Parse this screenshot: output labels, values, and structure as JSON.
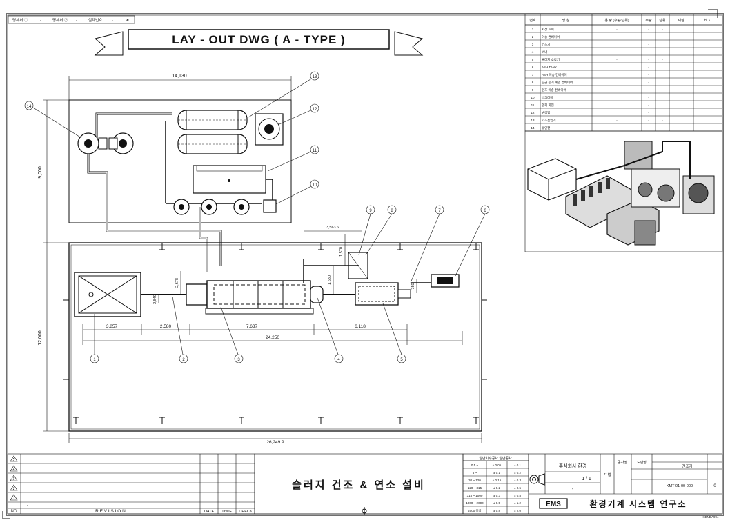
{
  "title": "LAY - OUT DWG ( A - TYPE )",
  "top_strip": [
    "명세서 ①",
    "-",
    "명세서 ②",
    "-",
    "설계번호",
    "-",
    "④"
  ],
  "dims": {
    "top_width": "14,130",
    "left_height": "9,000",
    "main_height": "12,000",
    "total_width": "26,249.9",
    "seg1": "3,857",
    "seg2": "2,580",
    "seg3": "7,637",
    "seg4": "6,118",
    "seg_total": "24,250",
    "v1": "2,678",
    "v2": "2,849",
    "v3": "1,680",
    "v4": "1,570",
    "v5": "3,563.6",
    "v6": "750"
  },
  "callouts_bottom": [
    "1",
    "2",
    "3",
    "4",
    "5"
  ],
  "callouts_upper": [
    "6",
    "7",
    "8",
    "9"
  ],
  "callouts_top": [
    "13",
    "12",
    "11",
    "10",
    "14"
  ],
  "parts_table": {
    "headers": [
      "번호",
      "명 칭",
      "용 량 (수량/단위)",
      "수량",
      "단위",
      "재질",
      "비 고"
    ],
    "rows": [
      [
        "1",
        "저장 호퍼",
        "-",
        "-",
        "-"
      ],
      [
        "2",
        "이송 컨베이어",
        "",
        "-",
        ""
      ],
      [
        "3",
        "건조기",
        "",
        "-",
        ""
      ],
      [
        "4",
        "버너",
        "",
        "-",
        ""
      ],
      [
        "5",
        "슬러지 소각기",
        "-",
        "-",
        "-"
      ],
      [
        "6",
        "ASH TANK",
        "",
        "-",
        ""
      ],
      [
        "7",
        "ASH 이송 컨베이어",
        "",
        "-",
        ""
      ],
      [
        "8",
        "공급 공기 예열 컨베이어",
        "",
        "-",
        ""
      ],
      [
        "9",
        "건조 이송 컨베이어",
        "-",
        "-",
        "-"
      ],
      [
        "10",
        "스크러버",
        "",
        "-",
        ""
      ],
      [
        "11",
        "열회 회전",
        "",
        "-",
        ""
      ],
      [
        "12",
        "냉각탑",
        "",
        "-",
        ""
      ],
      [
        "13",
        "가스흡입기",
        "-",
        "-",
        "-"
      ],
      [
        "14",
        "유인팬",
        "",
        "-",
        ""
      ]
    ]
  },
  "revision": {
    "rows": [
      "5",
      "4",
      "3",
      "2",
      "1",
      "-"
    ],
    "no_label": "NO",
    "revision_label": "R E V I S I O N",
    "date_label": "DATE",
    "dwg_label": "DWG",
    "check_label": "CHECK"
  },
  "drawing_name": "슬러지 건조 & 연소 설비",
  "tolerance": {
    "title": "일반치수공차 일반공차",
    "rows": [
      [
        "0.5 ~",
        "± 0.05",
        "± 0.1"
      ],
      [
        "6 ~",
        "± 0.1",
        "± 0.2"
      ],
      [
        "30 ~ 120",
        "± 0.15",
        "± 0.3"
      ],
      [
        "120 ~ 315",
        "± 0.2",
        "± 0.5"
      ],
      [
        "315 ~ 1000",
        "± 0.3",
        "± 0.8"
      ],
      [
        "1000 ~ 2000",
        "± 0.5",
        "± 1.2"
      ],
      [
        "2000 이상",
        "± 0.8",
        "± 2.0"
      ]
    ]
  },
  "title_block": {
    "projection_label": "각 법",
    "scale_label": "1 / 1",
    "unit_label": "-",
    "customer": "주식회사 환경",
    "dwg_no": "KMT-01-00-000",
    "sheet": "0",
    "project_label": "공사명",
    "dwg_title_label": "도면명",
    "dwg_title_value": "건조기",
    "company_code": "EMS",
    "company_name": "환경기계 시스템 연구소",
    "footer_code": "KENDA994"
  }
}
